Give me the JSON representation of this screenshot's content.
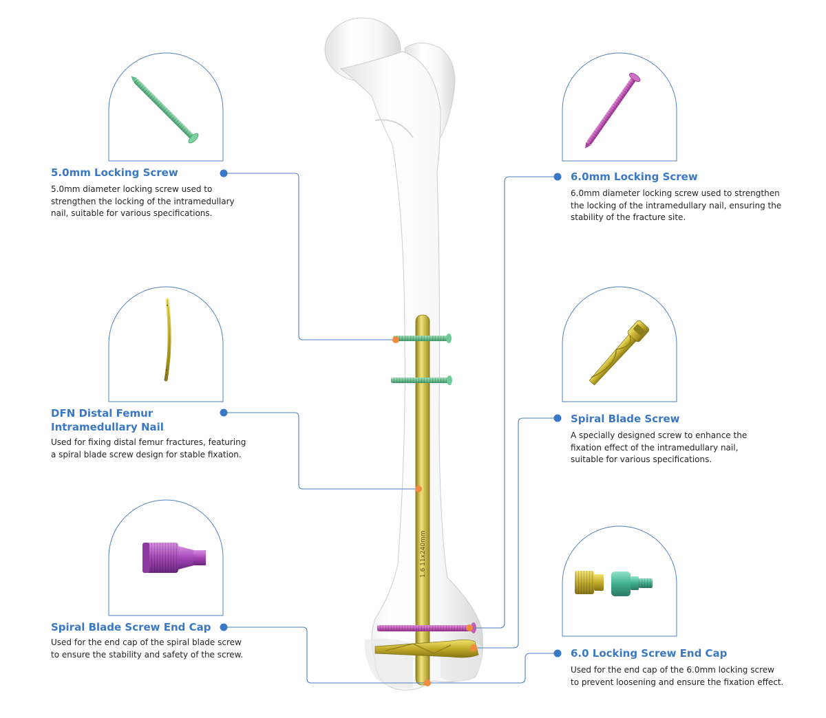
{
  "components": [
    {
      "id": "locking-screw-5",
      "title": [
        "5.0mm Locking Screw"
      ],
      "description": [
        "5.0mm diameter locking screw used to",
        "strengthen the locking of the intramedullary",
        "nail, suitable for various specifications."
      ]
    },
    {
      "id": "locking-screw-6",
      "title": [
        "6.0mm Locking Screw"
      ],
      "description": [
        "6.0mm diameter locking screw used to strengthen",
        "the locking of the intramedullary nail, ensuring the",
        "stability of the fracture site."
      ]
    },
    {
      "id": "dfn-nail",
      "title": [
        "DFN Distal Femur",
        "Intramedullary Nail"
      ],
      "description": [
        "Used for fixing distal femur fractures, featuring",
        "a spiral blade screw design for stable fixation."
      ]
    },
    {
      "id": "spiral-blade-screw",
      "title": [
        "Spiral Blade Screw"
      ],
      "description": [
        "A specially designed screw to enhance the",
        "fixation effect of the intramedullary nail,",
        "suitable for various specifications."
      ]
    },
    {
      "id": "spiral-blade-end-cap",
      "title": [
        "Spiral Blade Screw End Cap"
      ],
      "description": [
        "Used for the end cap of the spiral blade screw",
        "to ensure the stability and safety of the screw."
      ]
    },
    {
      "id": "locking-screw-end-cap",
      "title": [
        "6.0 Locking Screw End Cap"
      ],
      "description": [
        "Used for the end cap of the 6.0mm locking screw",
        "to prevent loosening and ensure the fixation effect."
      ]
    }
  ],
  "colors": {
    "accent": "#3a77c4",
    "point": "#f08a3c",
    "line": "#4a7fc0",
    "nail": "#c9b73a",
    "green_screw": "#5fbf8f",
    "pink_screw": "#c050b8"
  },
  "nail_marking": "1.6 11x240mm"
}
